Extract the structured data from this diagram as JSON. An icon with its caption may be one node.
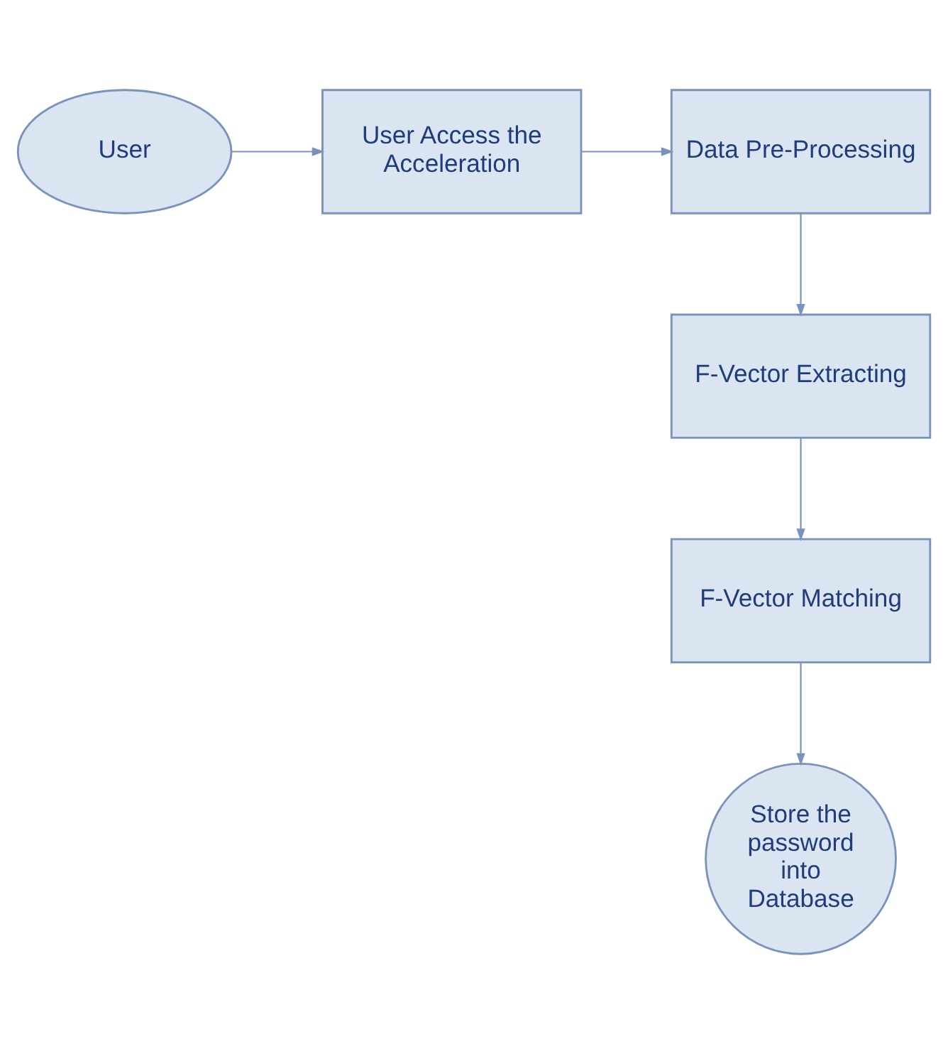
{
  "diagram": {
    "nodes": [
      {
        "text": [
          "User"
        ]
      },
      {
        "text": [
          "User Access the Acceleration"
        ]
      },
      {
        "text": [
          "Data Pre-Processing"
        ]
      },
      {
        "text": [
          "F-Vector Extracting"
        ]
      },
      {
        "text": [
          "F-Vector Matching"
        ]
      },
      {
        "text": [
          "Store the password into Database"
        ]
      }
    ],
    "edges": [
      {
        "from": 0,
        "to": 1,
        "arrow": "to"
      },
      {
        "from": 1,
        "to": 2,
        "arrow": "to"
      },
      {
        "from": 2,
        "to": 3,
        "arrow": "to"
      },
      {
        "from": 3,
        "to": 4,
        "arrow": "to"
      },
      {
        "from": 4,
        "to": 5,
        "arrow": "to"
      }
    ]
  }
}
